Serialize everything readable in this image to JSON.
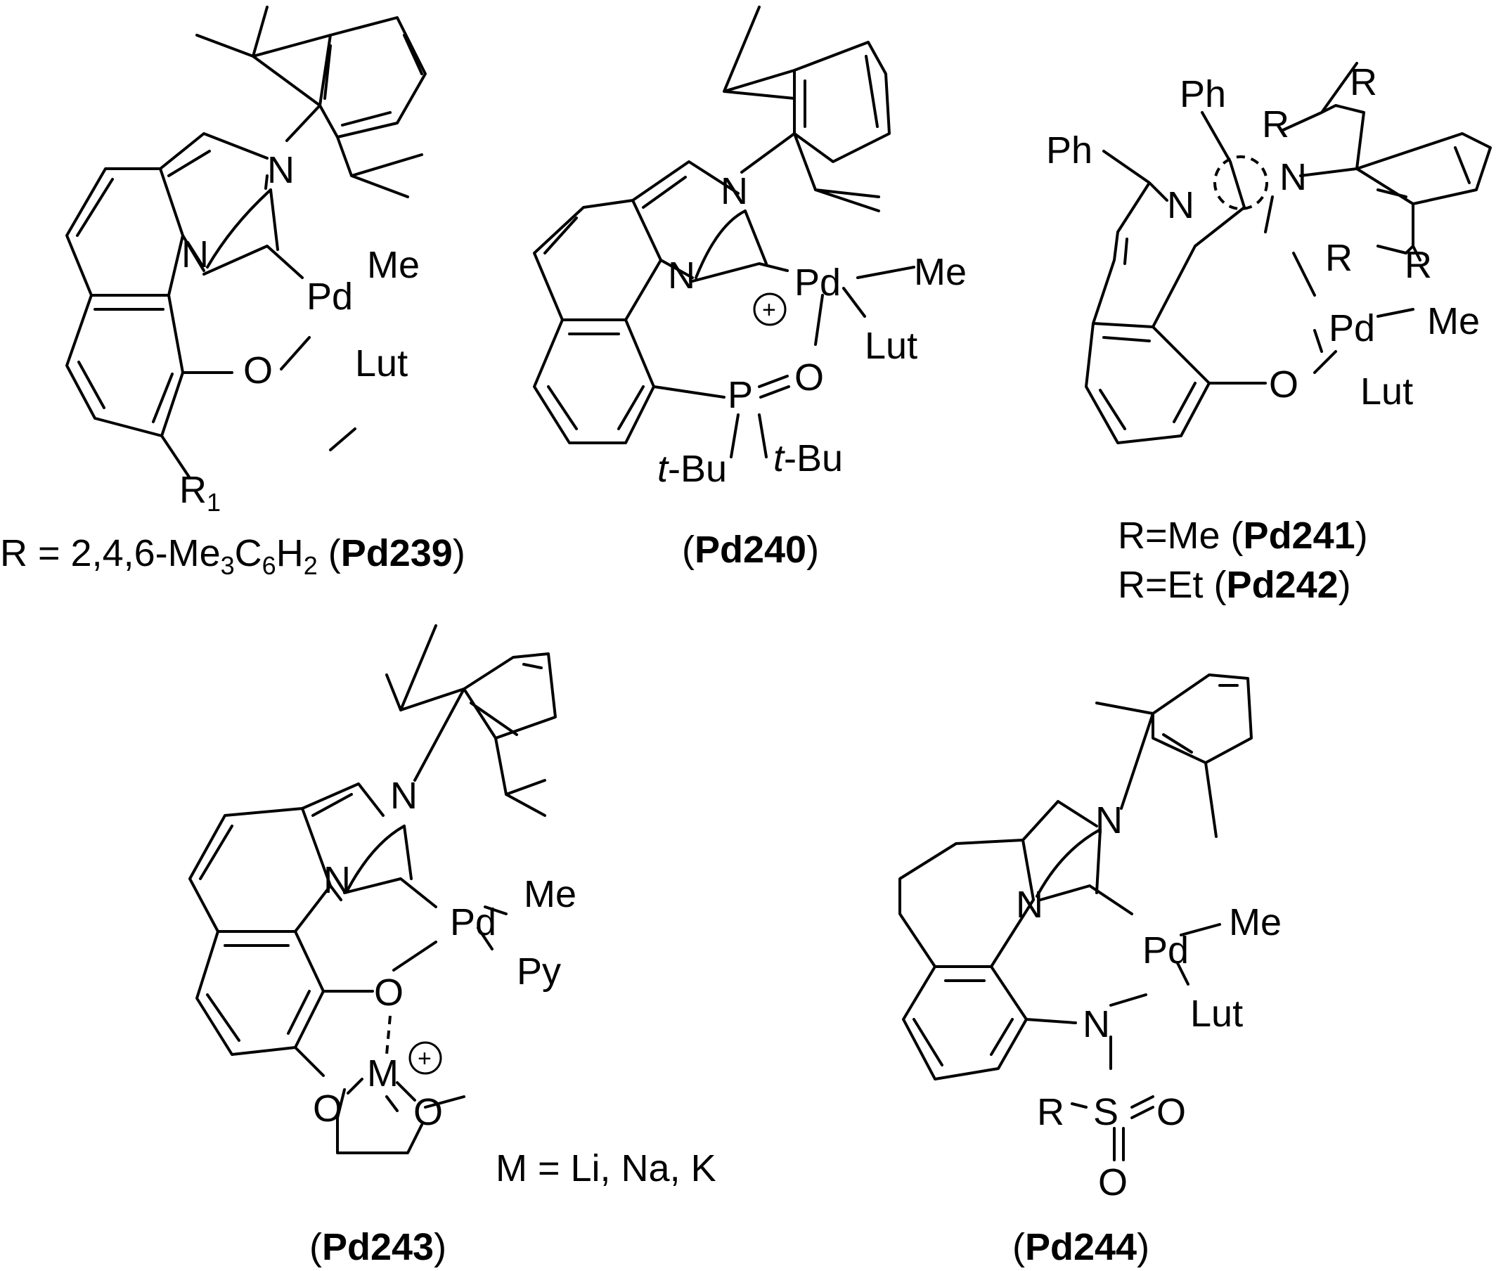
{
  "compounds": [
    {
      "id": "Pd239",
      "atoms": {
        "n1": "N",
        "n2": "N",
        "pd": "Pd",
        "me": "Me",
        "lut": "Lut",
        "o": "O",
        "r1": "R",
        "r1_sub": "1"
      },
      "caption": {
        "pre": "R = 2,4,6-Me",
        "s1": "3",
        "c": "C",
        "s2": "6",
        "h": "H",
        "s3": "2",
        "open": " (",
        "label": "Pd239",
        "close": ")"
      }
    },
    {
      "id": "Pd240",
      "atoms": {
        "n1": "N",
        "n2": "N",
        "pd": "Pd",
        "me": "Me",
        "lut": "Lut",
        "o": "O",
        "p": "P",
        "t1": "t",
        "bu1": "-Bu",
        "t2": "t",
        "bu2": "-Bu",
        "charge": "+"
      },
      "caption": {
        "open": "(",
        "label": "Pd240",
        "close": ")"
      }
    },
    {
      "id": "Pd241/Pd242",
      "atoms": {
        "ph1": "Ph",
        "ph2": "Ph",
        "n1": "N",
        "n2": "N",
        "r1": "R",
        "r2": "R",
        "r3": "R",
        "r4": "R",
        "pd": "Pd",
        "me": "Me",
        "lut": "Lut",
        "o": "O"
      },
      "caption1": {
        "pre": "R=Me (",
        "label": "Pd241",
        "close": ")"
      },
      "caption2": {
        "pre": "R=Et (",
        "label": "Pd242",
        "close": ")"
      }
    },
    {
      "id": "Pd243",
      "atoms": {
        "n1": "N",
        "n2": "N",
        "pd": "Pd",
        "me": "Me",
        "py": "Py",
        "o1": "O",
        "o2": "O",
        "o3": "O",
        "m": "M",
        "charge": "+"
      },
      "note": "M = Li, Na, K",
      "caption": {
        "open": "(",
        "label": "Pd243",
        "close": ")"
      }
    },
    {
      "id": "Pd244",
      "atoms": {
        "n1": "N",
        "n2": "N",
        "n3": "N",
        "pd": "Pd",
        "me": "Me",
        "lut": "Lut",
        "s": "S",
        "o1": "O",
        "o2": "O",
        "r": "R"
      },
      "caption": {
        "open": "(",
        "label": "Pd244",
        "close": ")"
      }
    }
  ]
}
